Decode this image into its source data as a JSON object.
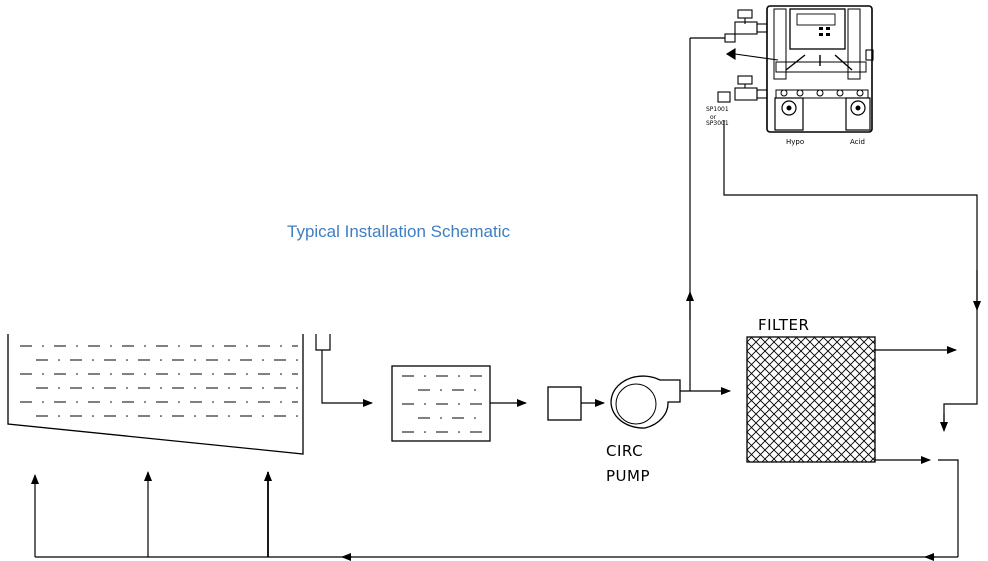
{
  "diagram": {
    "title": "Typical Installation Schematic",
    "labels": {
      "filter": "FILTER",
      "circ": "CIRC",
      "pump": "PUMP"
    },
    "controller": {
      "pump_option_1": "SP1001",
      "pump_option_or": "or",
      "pump_option_2": "SP3001",
      "left_pump": "Hypo",
      "right_pump": "Acid"
    },
    "colors": {
      "title": "#3d7fc1",
      "lines": "#000000"
    }
  }
}
